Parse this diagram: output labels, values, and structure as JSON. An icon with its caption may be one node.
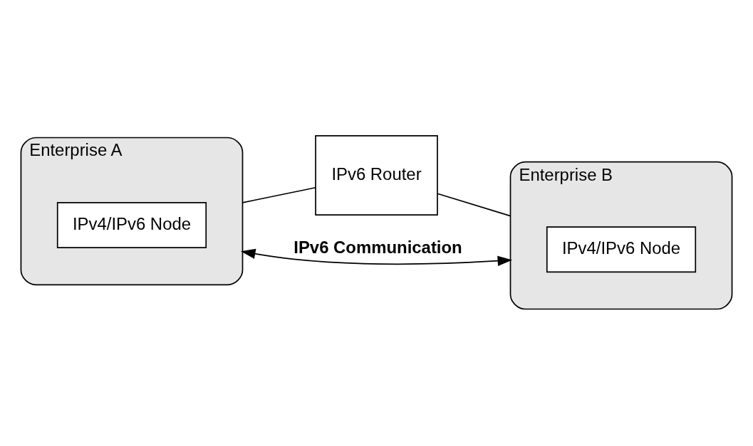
{
  "diagram": {
    "nodes": [
      {
        "text": [
          "Enterprise A"
        ]
      },
      {
        "text": [
          "IPv4/IPv6 Node"
        ],
        "in": 0
      },
      {
        "text": [
          "IPv6 Router"
        ]
      },
      {
        "text": [
          "Enterprise B"
        ]
      },
      {
        "text": [
          "IPv4/IPv6 Node"
        ],
        "in": 3
      }
    ],
    "edges": [
      {
        "from": 0,
        "to": 2,
        "arrow": "none"
      },
      {
        "from": 2,
        "to": 3,
        "arrow": "none"
      },
      {
        "from": 0,
        "to": 3,
        "arrow": "both",
        "label": "IPv6 Communication"
      }
    ]
  }
}
